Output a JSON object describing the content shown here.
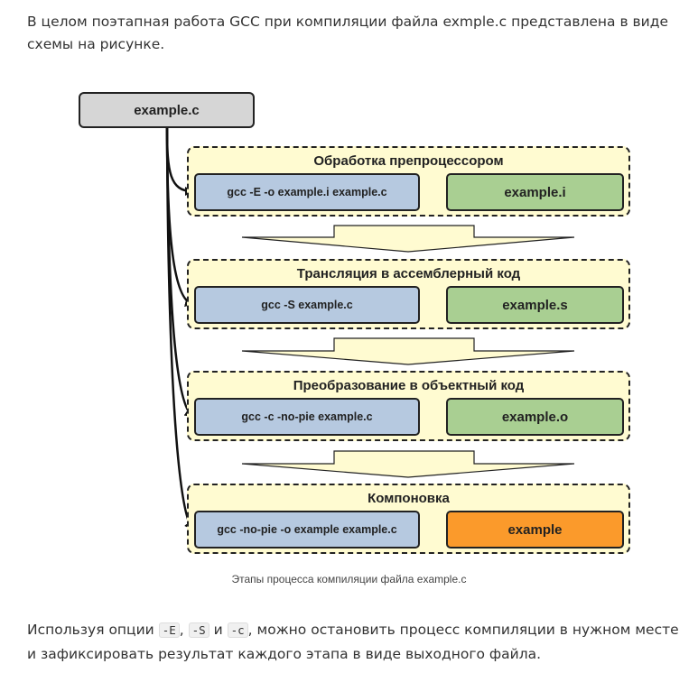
{
  "intro": "В целом поэтапная работа GCC при компиляции файла exmple.c представлена в виде схемы на рисунке.",
  "diagram": {
    "source": "example.c",
    "stages": [
      {
        "title": "Обработка препроцессором",
        "command": "gcc -E -o example.i example.c",
        "output": "example.i"
      },
      {
        "title": "Трансляция в ассемблерный код",
        "command": "gcc -S example.c",
        "output": "example.s"
      },
      {
        "title": "Преобразование в объектный код",
        "command": "gcc -c -no-pie example.c",
        "output": "example.o"
      },
      {
        "title": "Компоновка",
        "command": "gcc -no-pie -o example example.c",
        "output": "example"
      }
    ],
    "colors": {
      "source": "#d6d6d6",
      "stage_bg": "#fffbd1",
      "command": "#b6c9e0",
      "output": "#a9cf92",
      "final_output": "#fb9a2b"
    }
  },
  "caption": "Этапы процесса компиляции файла example.c",
  "footer": {
    "part1": "Используя опции ",
    "opt1": "-E",
    "sep1": ", ",
    "opt2": "-S",
    "sep2": " и ",
    "opt3": "-c",
    "part2": ", можно остановить процесс компиляции в нужном месте и зафиксировать результат каждого этапа в виде выходного файла."
  }
}
